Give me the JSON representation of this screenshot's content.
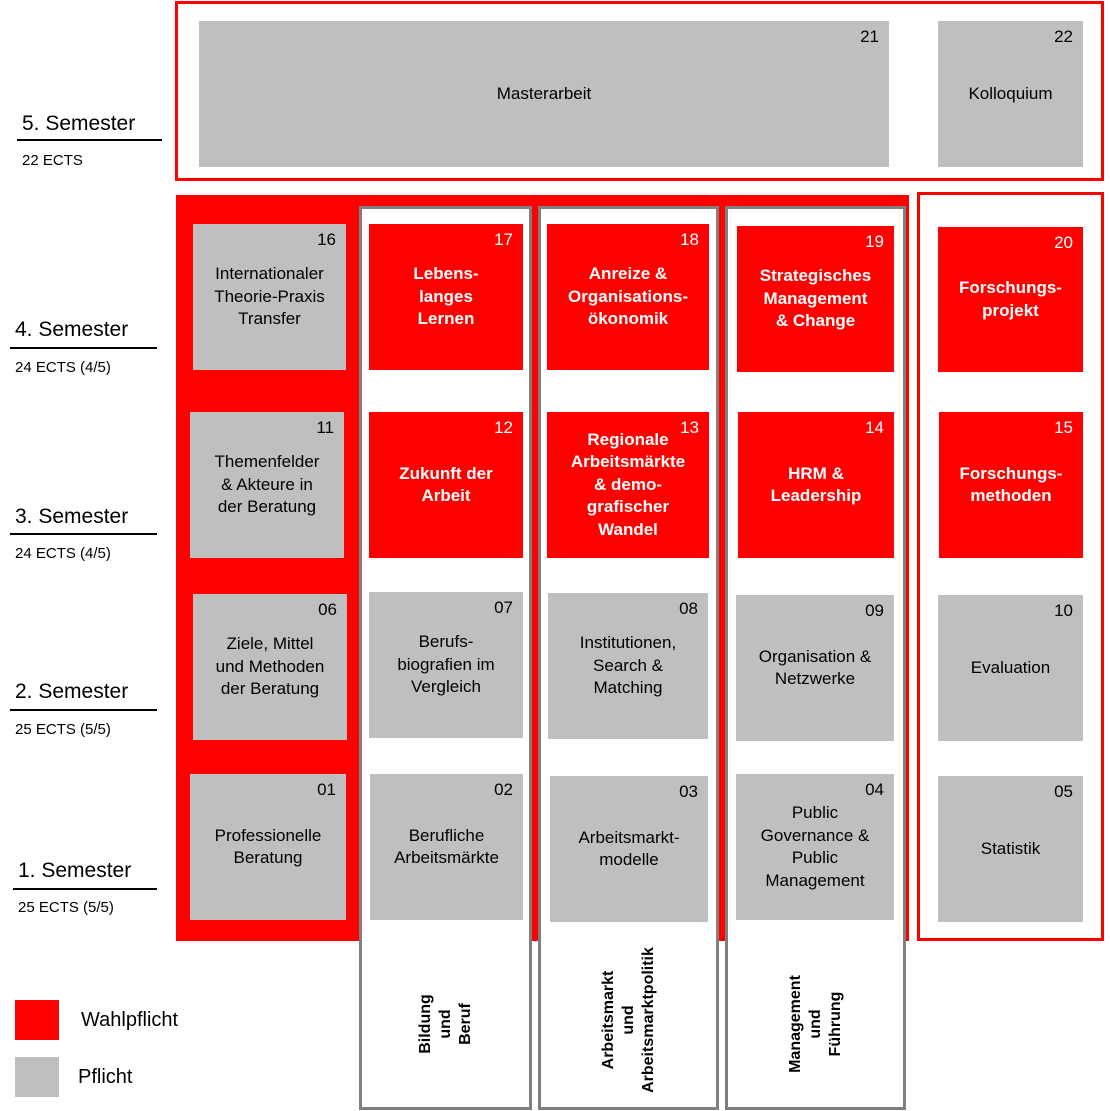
{
  "semesters": [
    {
      "name": "5. Semester",
      "ects": "22 ECTS"
    },
    {
      "name": "4. Semester",
      "ects": "24 ECTS (4/5)"
    },
    {
      "name": "3. Semester",
      "ects": "24 ECTS (4/5)"
    },
    {
      "name": "2. Semester",
      "ects": "25 ECTS (5/5)"
    },
    {
      "name": "1. Semester",
      "ects": "25 ECTS (5/5)"
    }
  ],
  "modules": {
    "m21": {
      "num": "21",
      "label": "Masterarbeit"
    },
    "m22": {
      "num": "22",
      "label": "Kolloquium"
    },
    "m16": {
      "num": "16",
      "label": "Internationaler\nTheorie-Praxis\nTransfer"
    },
    "m17": {
      "num": "17",
      "label": "Lebens-\nlanges\nLernen"
    },
    "m18": {
      "num": "18",
      "label": "Anreize &\nOrganisations-\nökonomik"
    },
    "m19": {
      "num": "19",
      "label": "Strategisches\nManagement\n& Change"
    },
    "m20": {
      "num": "20",
      "label": "Forschungs-\nprojekt"
    },
    "m11": {
      "num": "11",
      "label": "Themenfelder\n& Akteure in\nder Beratung"
    },
    "m12": {
      "num": "12",
      "label": "Zukunft der\nArbeit"
    },
    "m13": {
      "num": "13",
      "label": "Regionale\nArbeitsmärkte\n& demo-\ngrafischer\nWandel"
    },
    "m14": {
      "num": "14",
      "label": "HRM &\nLeadership"
    },
    "m15": {
      "num": "15",
      "label": "Forschungs-\nmethoden"
    },
    "m06": {
      "num": "06",
      "label": "Ziele, Mittel\nund Methoden\nder Beratung"
    },
    "m07": {
      "num": "07",
      "label": "Berufs-\nbiografien im\nVergleich"
    },
    "m08": {
      "num": "08",
      "label": "Institutionen,\nSearch &\nMatching"
    },
    "m09": {
      "num": "09",
      "label": "Organisation &\nNetzwerke"
    },
    "m10": {
      "num": "10",
      "label": "Evaluation"
    },
    "m01": {
      "num": "01",
      "label": "Professionelle\nBeratung"
    },
    "m02": {
      "num": "02",
      "label": "Berufliche\nArbeitsmärkte"
    },
    "m03": {
      "num": "03",
      "label": "Arbeitsmarkt-\nmodelle"
    },
    "m04": {
      "num": "04",
      "label": "Public\nGovernance &\nPublic\nManagement"
    },
    "m05": {
      "num": "05",
      "label": "Statistik"
    }
  },
  "tracks": {
    "bildung": "Bildung\nund\nBeruf",
    "arbeitsmarkt": "Arbeitsmarkt\nund\nArbeitsmarktpolitik",
    "management": "Management\nund\nFührung"
  },
  "legend": {
    "wahlpflicht": {
      "label": "Wahlpflicht",
      "color": "#ff0000"
    },
    "pflicht": {
      "label": "Pflicht",
      "color": "#bfbfbf"
    }
  },
  "colors": {
    "red": "#ff0000",
    "grey": "#bfbfbf",
    "frame_grey": "#7f7f7f"
  }
}
